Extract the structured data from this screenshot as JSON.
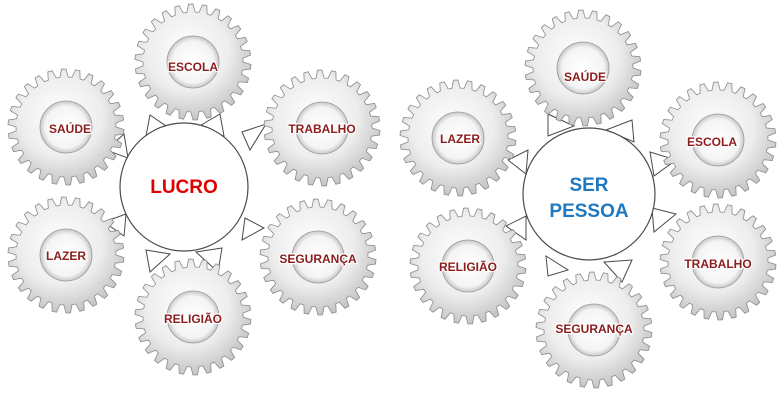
{
  "colors": {
    "left_hub_text": "#e00000",
    "right_hub_text": "#1f78c0",
    "gear_label_text": "#8b1d1d"
  },
  "diagrams": [
    {
      "hub": {
        "lines": [
          "LUCRO"
        ]
      },
      "gears": [
        {
          "label": "ESCOLA",
          "icon": "gear-icon"
        },
        {
          "label": "TRABALHO",
          "icon": "gear-icon"
        },
        {
          "label": "SEGURANÇA",
          "icon": "gear-icon"
        },
        {
          "label": "RELIGIÃO",
          "icon": "gear-icon"
        },
        {
          "label": "LAZER",
          "icon": "gear-icon"
        },
        {
          "label": "SAÚDE",
          "icon": "gear-icon"
        }
      ]
    },
    {
      "hub": {
        "lines": [
          "SER",
          "PESSOA"
        ]
      },
      "gears": [
        {
          "label": "SAÚDE",
          "icon": "gear-icon"
        },
        {
          "label": "ESCOLA",
          "icon": "gear-icon"
        },
        {
          "label": "TRABALHO",
          "icon": "gear-icon"
        },
        {
          "label": "SEGURANÇA",
          "icon": "gear-icon"
        },
        {
          "label": "RELIGIÃO",
          "icon": "gear-icon"
        },
        {
          "label": "LAZER",
          "icon": "gear-icon"
        }
      ]
    }
  ]
}
